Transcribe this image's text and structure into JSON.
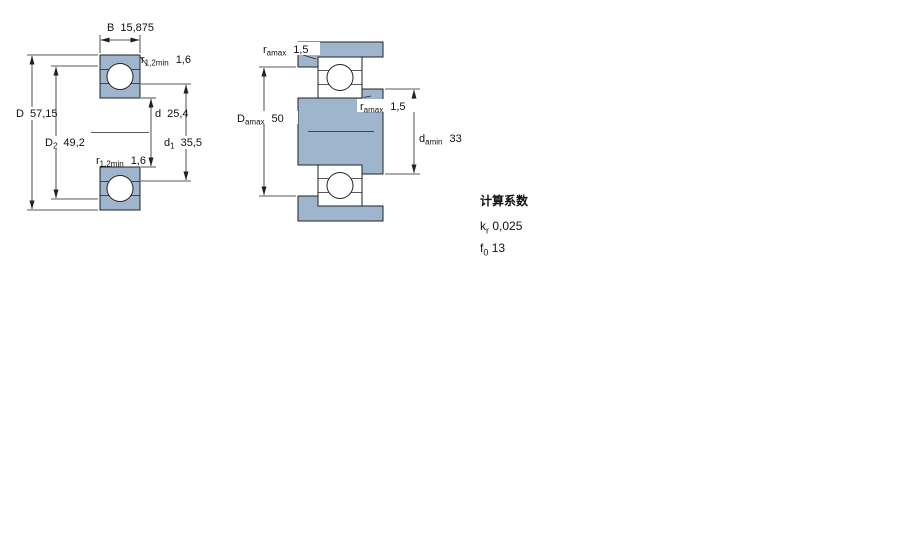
{
  "colors": {
    "fill": "#9FB5CE",
    "stroke": "#222222"
  },
  "left_figure": {
    "B": {
      "symbol": "B",
      "value": "15,875"
    },
    "r_top": {
      "symbol": "r",
      "sub": "1,2min",
      "value": "1,6"
    },
    "D": {
      "symbol": "D",
      "value": "57,15"
    },
    "D2": {
      "symbol": "D",
      "sub": "2",
      "value": "49,2"
    },
    "d": {
      "symbol": "d",
      "value": "25,4"
    },
    "d1": {
      "symbol": "d",
      "sub": "1",
      "value": "35,5"
    },
    "r_bottom": {
      "symbol": "r",
      "sub": "1,2min",
      "value": "1,6"
    }
  },
  "right_figure": {
    "r_a_top": {
      "symbol": "r",
      "sub": "amax",
      "value": "1,5"
    },
    "D_a": {
      "symbol": "D",
      "sub": "amax",
      "value": "50"
    },
    "r_a_mid": {
      "symbol": "r",
      "sub": "amax",
      "value": "1,5"
    },
    "d_a": {
      "symbol": "d",
      "sub": "amin",
      "value": "33"
    }
  },
  "calculation_factors": {
    "title": "计算系数",
    "rows": [
      {
        "symbol": "k",
        "sub": "r",
        "value": "0,025"
      },
      {
        "symbol": "f",
        "sub": "0",
        "value": "13"
      }
    ]
  }
}
